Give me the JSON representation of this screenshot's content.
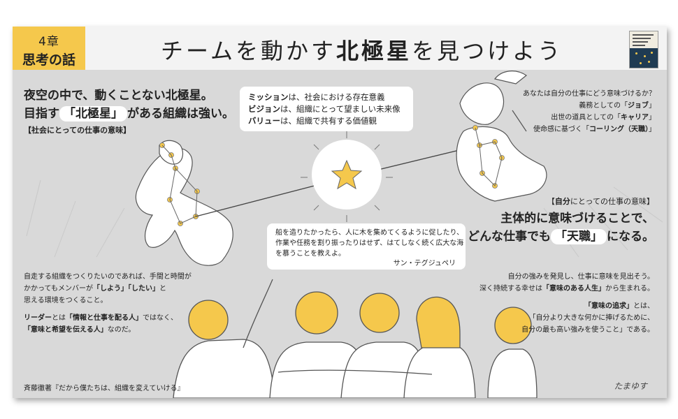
{
  "header": {
    "chapter_num": "4章",
    "chapter_name": "思考の話",
    "title_part1": "チームを動かす",
    "title_bold": "北極星",
    "title_part2": "を見つけよう"
  },
  "left_top": {
    "line1": "夜空の中で、動くことない北極星。",
    "line2_pre": "目指す",
    "line2_hl": "「北極星」",
    "line2_post": "がある組織は強い。",
    "tag": "【社会にとっての仕事の意味】"
  },
  "center_bubble": {
    "mission_term": "ミッション",
    "mission_text": "は、社会における存在意義",
    "vision_term": "ビジョン",
    "vision_text": "は、組織にとって望ましい未来像",
    "value_term": "バリュー",
    "value_text": "は、組織で共有する価値観"
  },
  "right_top": {
    "line1": "あなたは自分の仕事にどう意味づけるか？",
    "line2_pre": "義務としての「",
    "line2_b": "ジョブ",
    "line2_post": "」",
    "line3_pre": "出世の道具としての「",
    "line3_b": "キャリア",
    "line3_post": "」",
    "line4_pre": "使命感に基づく「",
    "line4_b": "コーリング（天職）",
    "line4_post": "」"
  },
  "right_mid": {
    "tag_pre": "【",
    "tag_b": "自分",
    "tag_post": "にとっての仕事の意味】",
    "line1": "主体的に意味づけることで、",
    "line2_pre": "どんな仕事でも",
    "line2_hl": "「天職」",
    "line2_post": "になる。"
  },
  "quote": {
    "line1": "船を造りたかったら、人に木を集めてくるように促したり、",
    "line2": "作業や任務を割り振ったりはせず、はてしなく続く広大な海",
    "line3": "を慕うことを教えよ。",
    "author": "サン・テグジュペリ"
  },
  "left_bottom": {
    "p1_line1": "自走する組織をつくりたいのであれば、手間と時間が",
    "p1_line2_pre": "かかってもメンバーが",
    "p1_line2_b1": "「しよう」",
    "p1_line2_b2": "「したい」",
    "p1_line2_post": "と",
    "p1_line3": "思える環境をつくること。",
    "p2_line1_b1": "リーダー",
    "p2_line1_mid": "とは",
    "p2_line1_b2": "「情報と仕事を配る人」",
    "p2_line1_post": "ではなく、",
    "p2_line2_b": "「意味と希望を伝える人」",
    "p2_line2_post": "なのだ。"
  },
  "right_bottom": {
    "p1_line1": "自分の強みを発見し、仕事に意味を見出そう。",
    "p1_line2_pre": "深く持続する幸せは",
    "p1_line2_b": "「意味のある人生」",
    "p1_line2_post": "から生まれる。",
    "p2_line1_b": "「意味の追求」",
    "p2_line1_post": "とは、",
    "p2_line2": "「自分より大きな何かに捧げるために、",
    "p2_line3": "自分の最も高い強みを使うこと」である。"
  },
  "footer": {
    "credit": "斉藤徹著『だから僕たちは、組織を変えていける』",
    "signature": "たまゆす"
  },
  "colors": {
    "accent_yellow": "#f5c84c",
    "background_gray": "#d9d9d9",
    "header_bg": "#f3f3f3"
  }
}
